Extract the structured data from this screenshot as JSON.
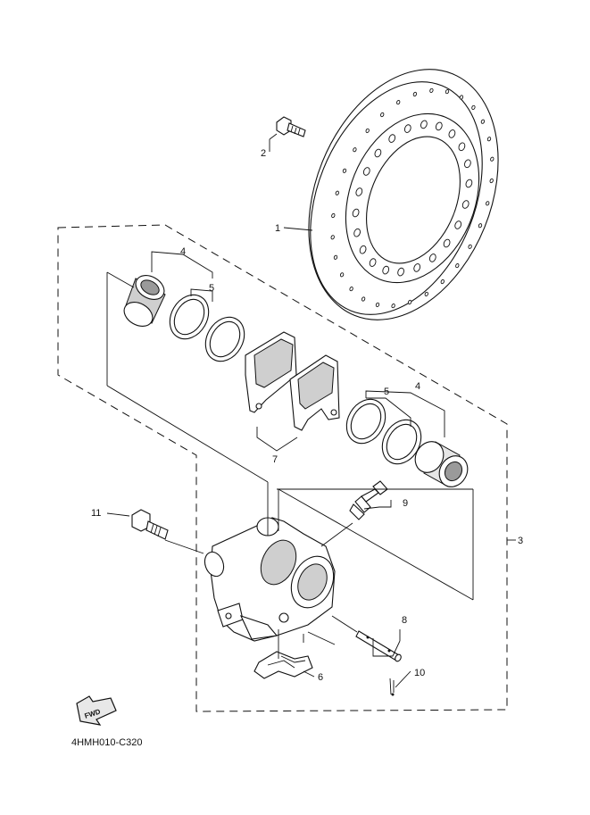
{
  "diagram": {
    "code": "4HMH010-C320",
    "fwd_label": "FWD",
    "callouts": [
      {
        "id": "1",
        "label": "1"
      },
      {
        "id": "2",
        "label": "2"
      },
      {
        "id": "3",
        "label": "3"
      },
      {
        "id": "4a",
        "label": "4"
      },
      {
        "id": "5a",
        "label": "5"
      },
      {
        "id": "4b",
        "label": "4"
      },
      {
        "id": "5b",
        "label": "5"
      },
      {
        "id": "6",
        "label": "6"
      },
      {
        "id": "7",
        "label": "7"
      },
      {
        "id": "8",
        "label": "8"
      },
      {
        "id": "9",
        "label": "9"
      },
      {
        "id": "10",
        "label": "10"
      },
      {
        "id": "11",
        "label": "11"
      }
    ]
  }
}
